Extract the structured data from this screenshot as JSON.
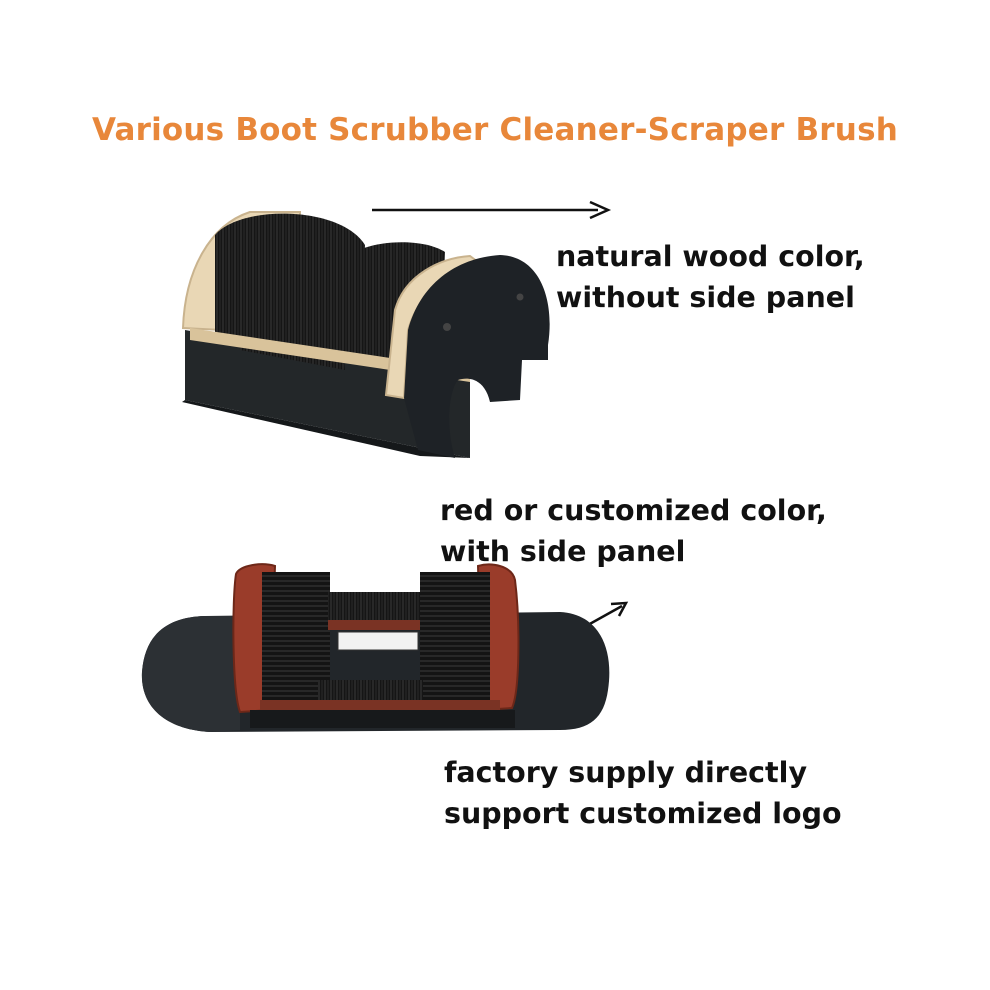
{
  "title": "Various Boot Scrubber Cleaner-Scraper Brush",
  "colors": {
    "title": "#E8873A",
    "text": "#111111",
    "wood": "#E9D7B5",
    "metal": "#1E2226",
    "red_side": "#9A3C2A",
    "bristle": "#141414"
  },
  "products": [
    {
      "caption_line1": "natural wood color,",
      "caption_line2": "without side panel"
    },
    {
      "caption_line1": "red or customized color,",
      "caption_line2": "with side panel"
    }
  ],
  "footer": {
    "line1": "factory supply directly",
    "line2": "support customized logo"
  }
}
